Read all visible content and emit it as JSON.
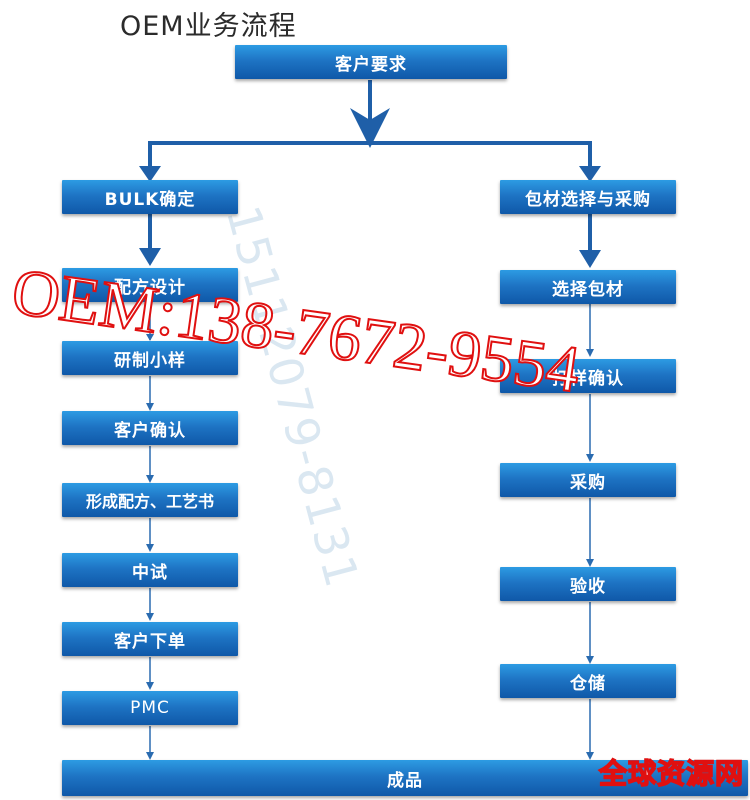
{
  "title": "OEM业务流程",
  "nodes": {
    "top": "客户要求",
    "bulk": "BULK确定",
    "design": "配方设计",
    "sample": "研制小样",
    "confirm": "客户确认",
    "formula": "形成配方、工艺书",
    "pilot": "中试",
    "order": "客户下单",
    "pmc": "PMC",
    "pack_select": "包材选择与采购",
    "choose": "选择包材",
    "sample_confirm": "打样确认",
    "purchase": "采购",
    "inspect": "验收",
    "storage": "仓储",
    "finished": "成品"
  },
  "watermarks": {
    "phone": "OEM:138-7672-9554",
    "vertical": "15112079-8131",
    "site": "全球资源网"
  },
  "colors": {
    "box": "#1e74c4",
    "arrow": "#1f5fa8",
    "watermark_red": "#e01010"
  }
}
